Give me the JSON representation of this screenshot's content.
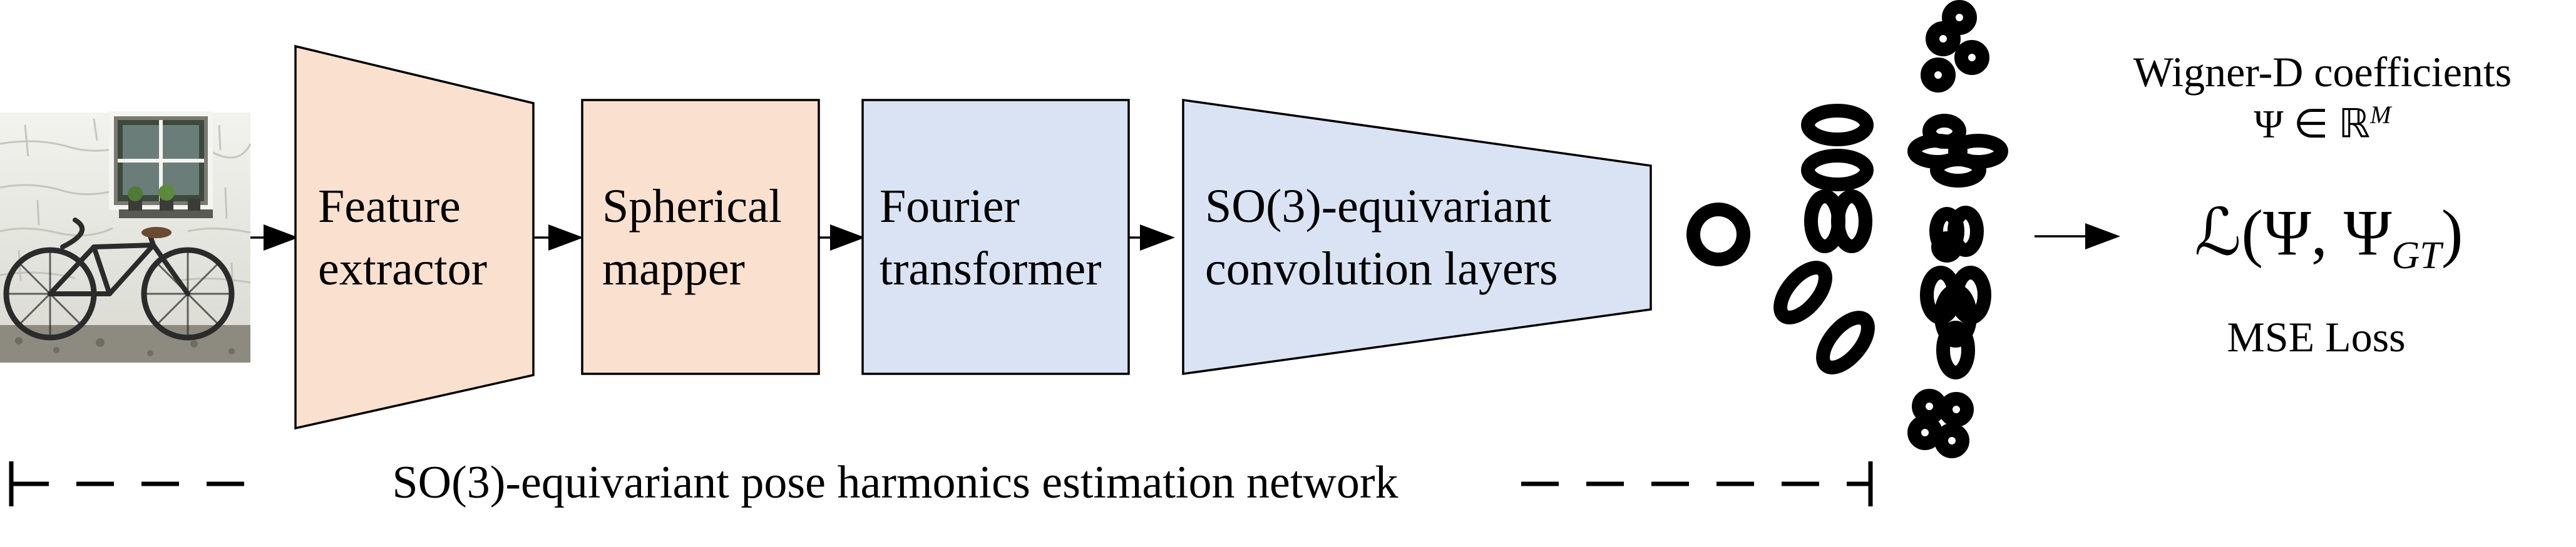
{
  "input_image": {
    "subject": "bicycle against a white stone wall below a window"
  },
  "blocks": [
    {
      "line1": "Feature",
      "line2": "extractor",
      "fill": "#f9e0cf"
    },
    {
      "line1": "Spherical",
      "line2": "mapper",
      "fill": "#f9e0cf"
    },
    {
      "line1": "Fourier",
      "line2": "transformer",
      "fill": "#dae3f3"
    },
    {
      "line1": "SO(3)-equivariant",
      "line2": "convolution layers",
      "fill": "#dae3f3"
    }
  ],
  "output": {
    "coef_title": "Wigner-D coefficients",
    "coef_formula": "Ψ ∈ ℝ",
    "coef_superscript": "M",
    "loss_formula": "ℒ(Ψ, Ψ",
    "loss_subscript": "GT",
    "loss_close": ")",
    "loss_name": "MSE Loss"
  },
  "network_label": "SO(3)-equivariant pose harmonics estimation network",
  "colors": {
    "peach": "#f9e0cf",
    "blue": "#dae3f3",
    "stroke": "#000000"
  }
}
